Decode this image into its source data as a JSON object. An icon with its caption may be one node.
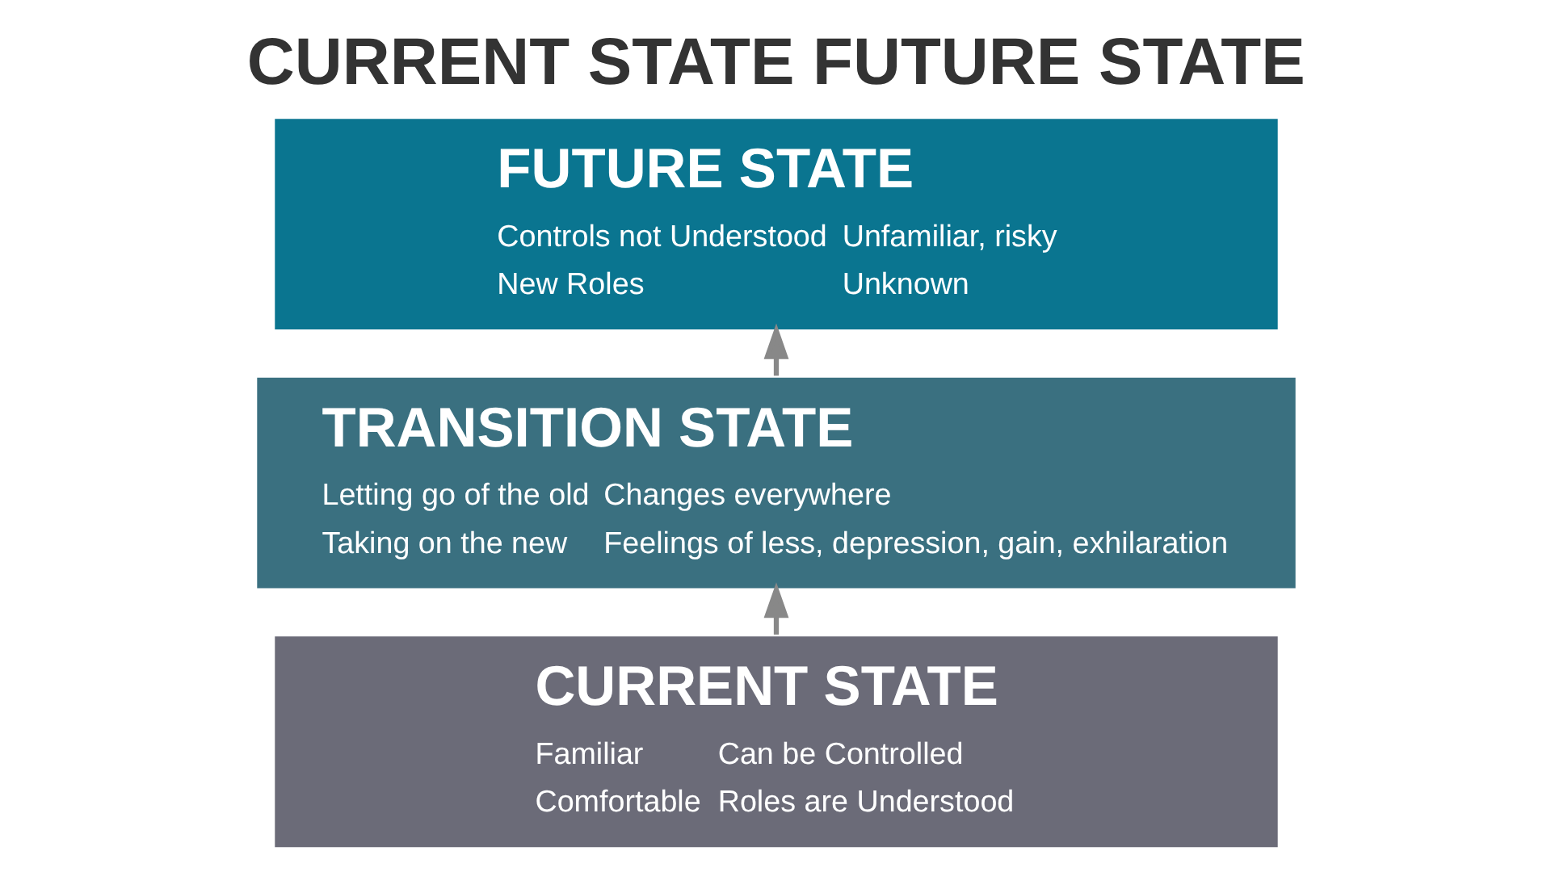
{
  "diagram": {
    "title": "CURRENT STATE FUTURE STATE",
    "nodes": [
      {
        "text": [
          "FUTURE STATE",
          "Controls not Understood",
          "New Roles",
          "Unfamiliar, risky",
          "Unknown"
        ]
      },
      {
        "text": [
          "TRANSITION STATE",
          "Letting go of the old",
          "Taking on the new",
          "Changes everywhere",
          "Feelings of less, depression, gain, exhilaration"
        ]
      },
      {
        "text": [
          "CURRENT STATE",
          "Familiar",
          "Comfortable",
          "Can be Controlled",
          "Roles are Understood"
        ]
      }
    ],
    "edges": [
      {
        "from": 2,
        "to": 1,
        "arrow": "to"
      },
      {
        "from": 1,
        "to": 0,
        "arrow": "to"
      }
    ]
  }
}
